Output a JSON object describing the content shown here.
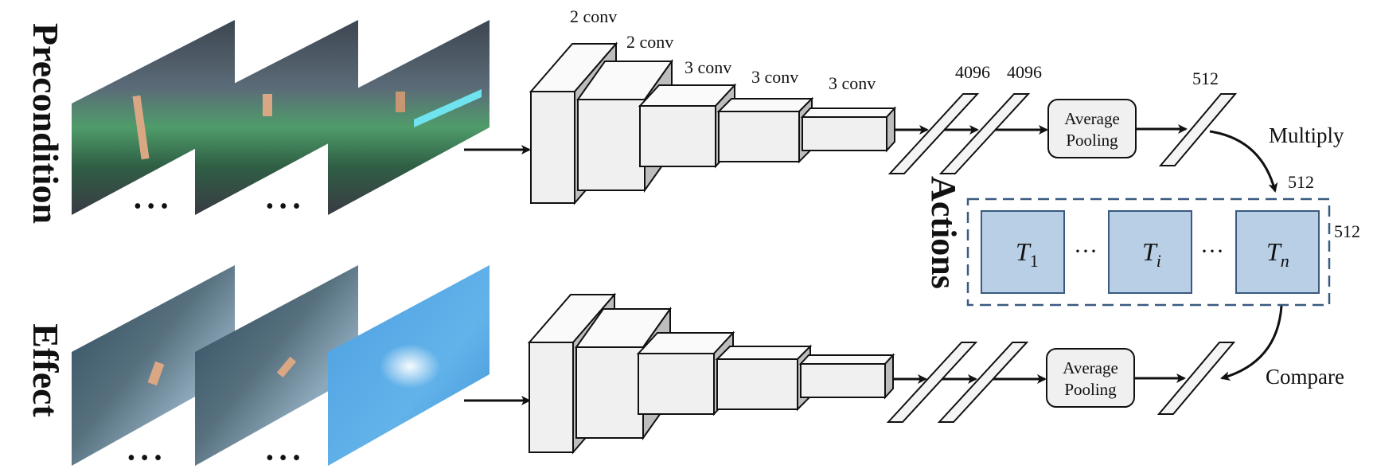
{
  "side_labels": {
    "precondition": "Precondition",
    "effect": "Effect",
    "actions": "Actions"
  },
  "ellipsis": "• • •",
  "conv_labels": [
    "2 conv",
    "2 conv",
    "3 conv",
    "3 conv",
    "3 conv"
  ],
  "fc_labels": [
    "4096",
    "4096"
  ],
  "pooling": {
    "line1": "Average",
    "line2": "Pooling"
  },
  "feat_dim": "512",
  "arrow_labels": {
    "multiply": "Multiply",
    "compare": "Compare"
  },
  "actions_box": {
    "top_dim": "512",
    "right_dim": "512",
    "transforms": [
      {
        "base": "T",
        "sub": "1"
      },
      {
        "base": "T",
        "sub": "i"
      },
      {
        "base": "T",
        "sub": "n"
      }
    ],
    "dots": "···"
  },
  "colors": {
    "sky": "#5aa8e0",
    "transform_fill": "#b9cfe6",
    "transform_stroke": "#3a5a80",
    "dashed_border": "#3a5a80"
  }
}
